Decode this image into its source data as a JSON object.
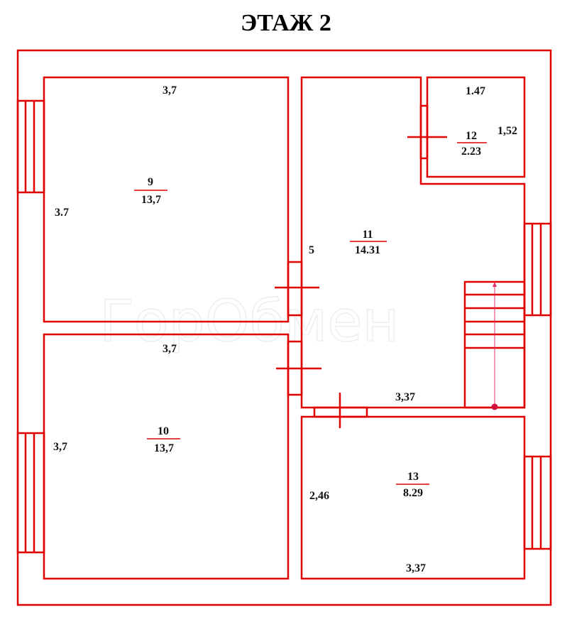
{
  "title": "ЭТАЖ 2",
  "watermark": "ГорОбмен",
  "rooms": [
    {
      "number": "9",
      "area": "13,7",
      "dims": [
        "3,7",
        "3.7"
      ]
    },
    {
      "number": "10",
      "area": "13,7",
      "dims": [
        "3,7",
        "3,7"
      ]
    },
    {
      "number": "11",
      "area": "14.31",
      "dims": [
        "5",
        "3,37"
      ]
    },
    {
      "number": "12",
      "area": "2.23",
      "dims": [
        "1.47",
        "1,52"
      ]
    },
    {
      "number": "13",
      "area": "8.29",
      "dims": [
        "2,46",
        "3,37"
      ]
    }
  ],
  "colors": {
    "wall": "#e00000",
    "stair_arrow": "#e0306a"
  }
}
